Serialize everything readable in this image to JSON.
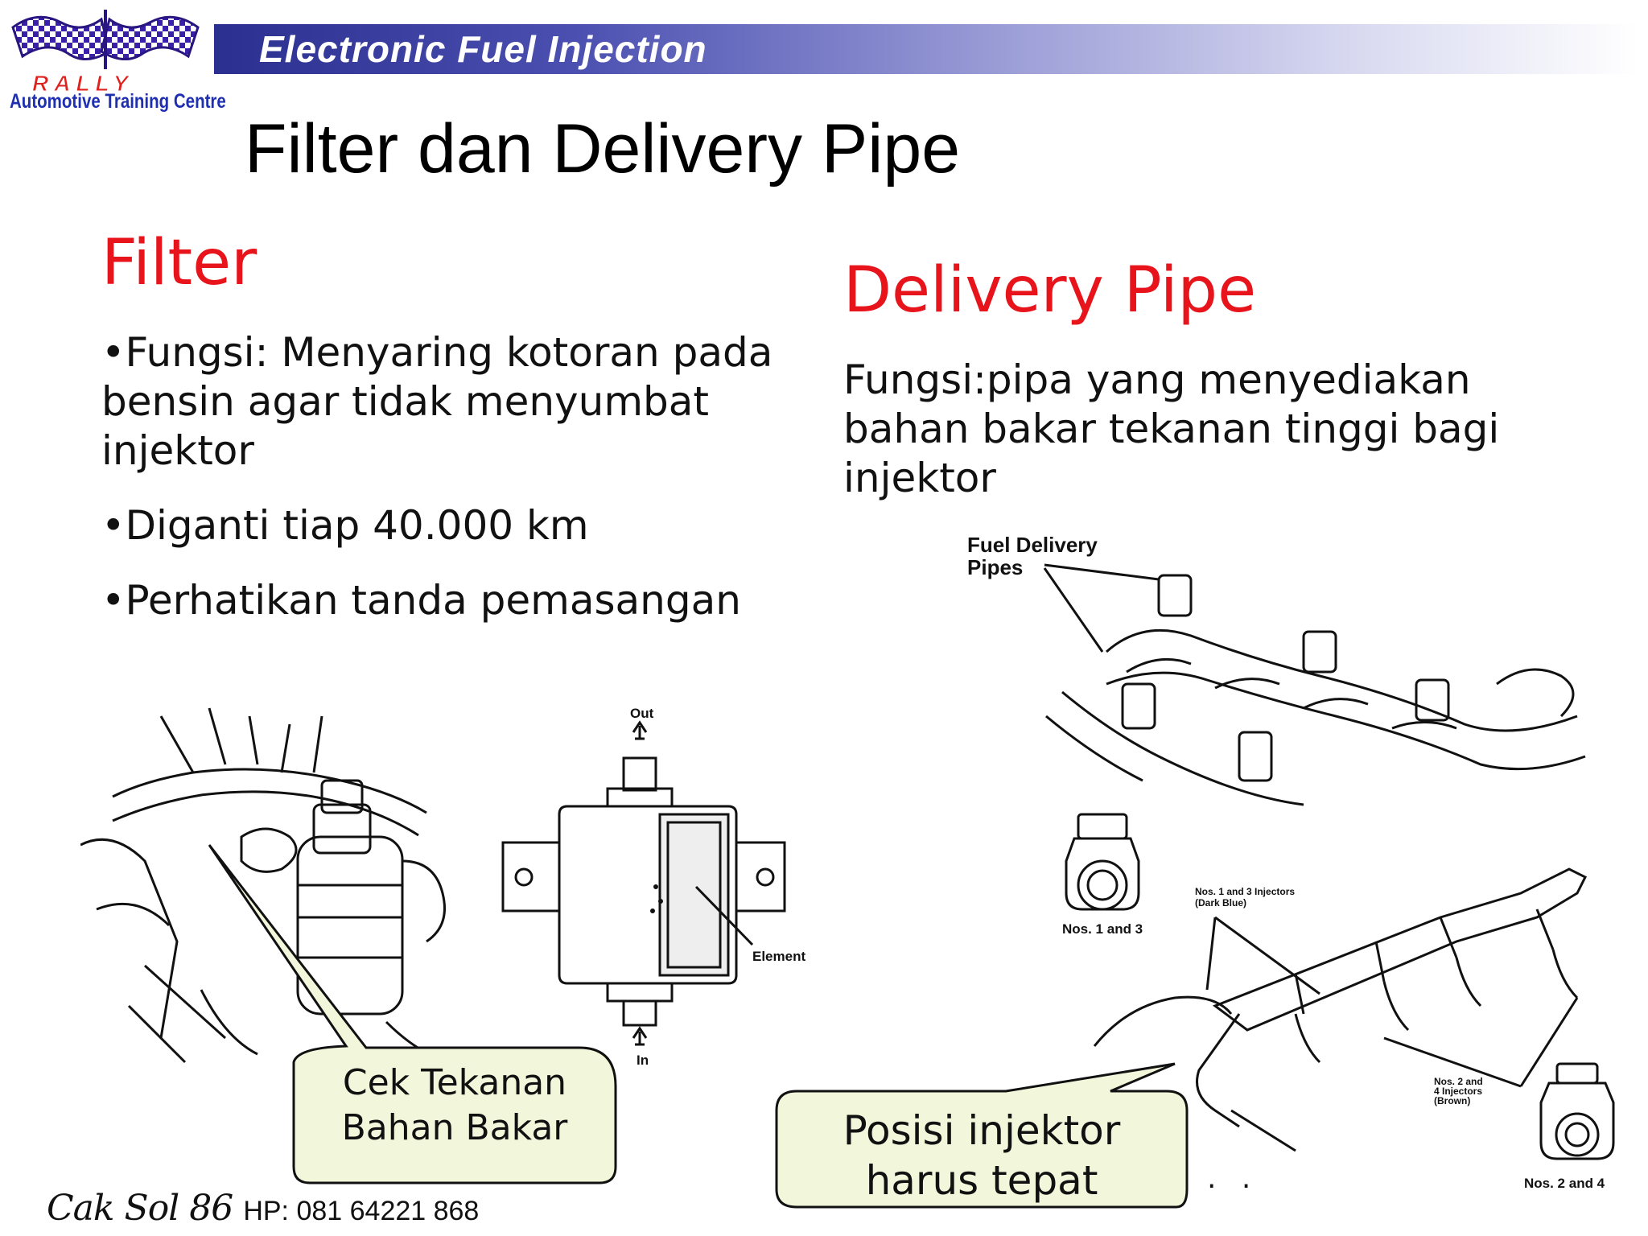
{
  "logo": {
    "brand": "RALLY",
    "subtitle": "Automotive Training Centre"
  },
  "header": {
    "title": "Electronic Fuel Injection"
  },
  "slide_title": "Filter dan Delivery Pipe",
  "left": {
    "heading": "Filter",
    "bullets": [
      "•Fungsi: Menyaring kotoran pada bensin agar tidak menyumbat injektor",
      "•Diganti tiap 40.000 km",
      "•Perhatikan tanda pemasangan"
    ],
    "diagram_labels": {
      "out": "Out",
      "in": "In",
      "element": "Element"
    },
    "callout": {
      "line1": "Cek Tekanan",
      "line2": "Bahan Bakar"
    }
  },
  "right": {
    "heading": "Delivery Pipe",
    "description": "Fungsi:pipa yang menyediakan bahan bakar tekanan tinggi bagi injektor",
    "diagram_labels": {
      "fuel_delivery_1": "Fuel Delivery",
      "fuel_delivery_2": "Pipes",
      "nos13": "Nos. 1 and 3",
      "inj13_1": "Nos. 1 and 3 Injectors",
      "inj13_2": "(Dark Blue)",
      "inj24_1": "Nos. 2 and",
      "inj24_2": "4 Injectors",
      "inj24_3": "(Brown)",
      "nos24": "Nos. 2 and 4"
    },
    "callout": {
      "line1": "Posisi injektor",
      "line2": "harus tepat"
    }
  },
  "footer": {
    "signature": "Cak Sol 86",
    "phone": "HP: 081 64221 868",
    "dots": ". ."
  },
  "colors": {
    "accent_red": "#e8141b",
    "header_dark": "#2b2f8f",
    "callout_fill": "#f2f7dc",
    "logo_blue": "#1e2fb0"
  }
}
